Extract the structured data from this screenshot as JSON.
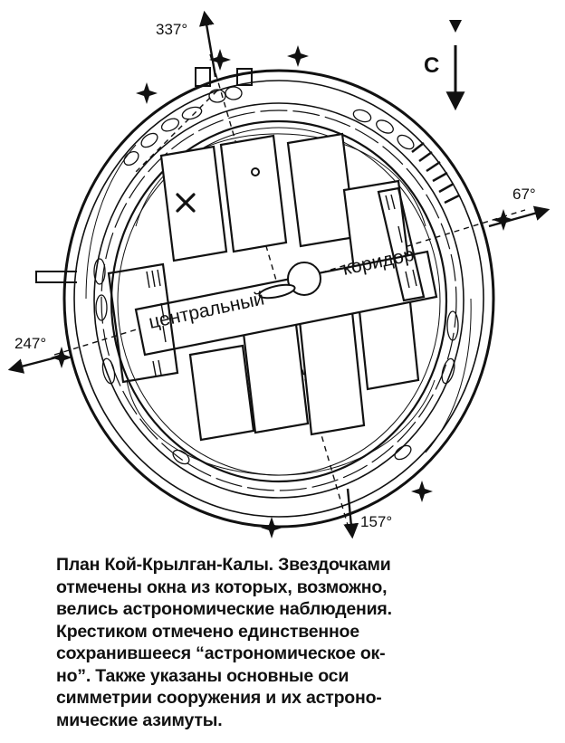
{
  "labels": {
    "north": "С",
    "az_337": "337°",
    "az_67": "67°",
    "az_247": "247°",
    "az_157": "157°",
    "corridor_a": "центральный",
    "corridor_b": "коридор"
  },
  "caption": "План Кой-Крылган-Калы. Звездочками\nотмечены окна из которых, возможно,\nвелись астрономические наблюдения.\nКрестиком отмечено единственное\nсохранившееся “астрономическое ок-\nно”. Также указаны основные оси\nсимметрии сооружения и их астроно-\nмические азимуты.",
  "colors": {
    "ink": "#111111",
    "paper": "#ffffff"
  },
  "icons": [
    "star-icon",
    "cross-icon",
    "arrow-icon"
  ]
}
